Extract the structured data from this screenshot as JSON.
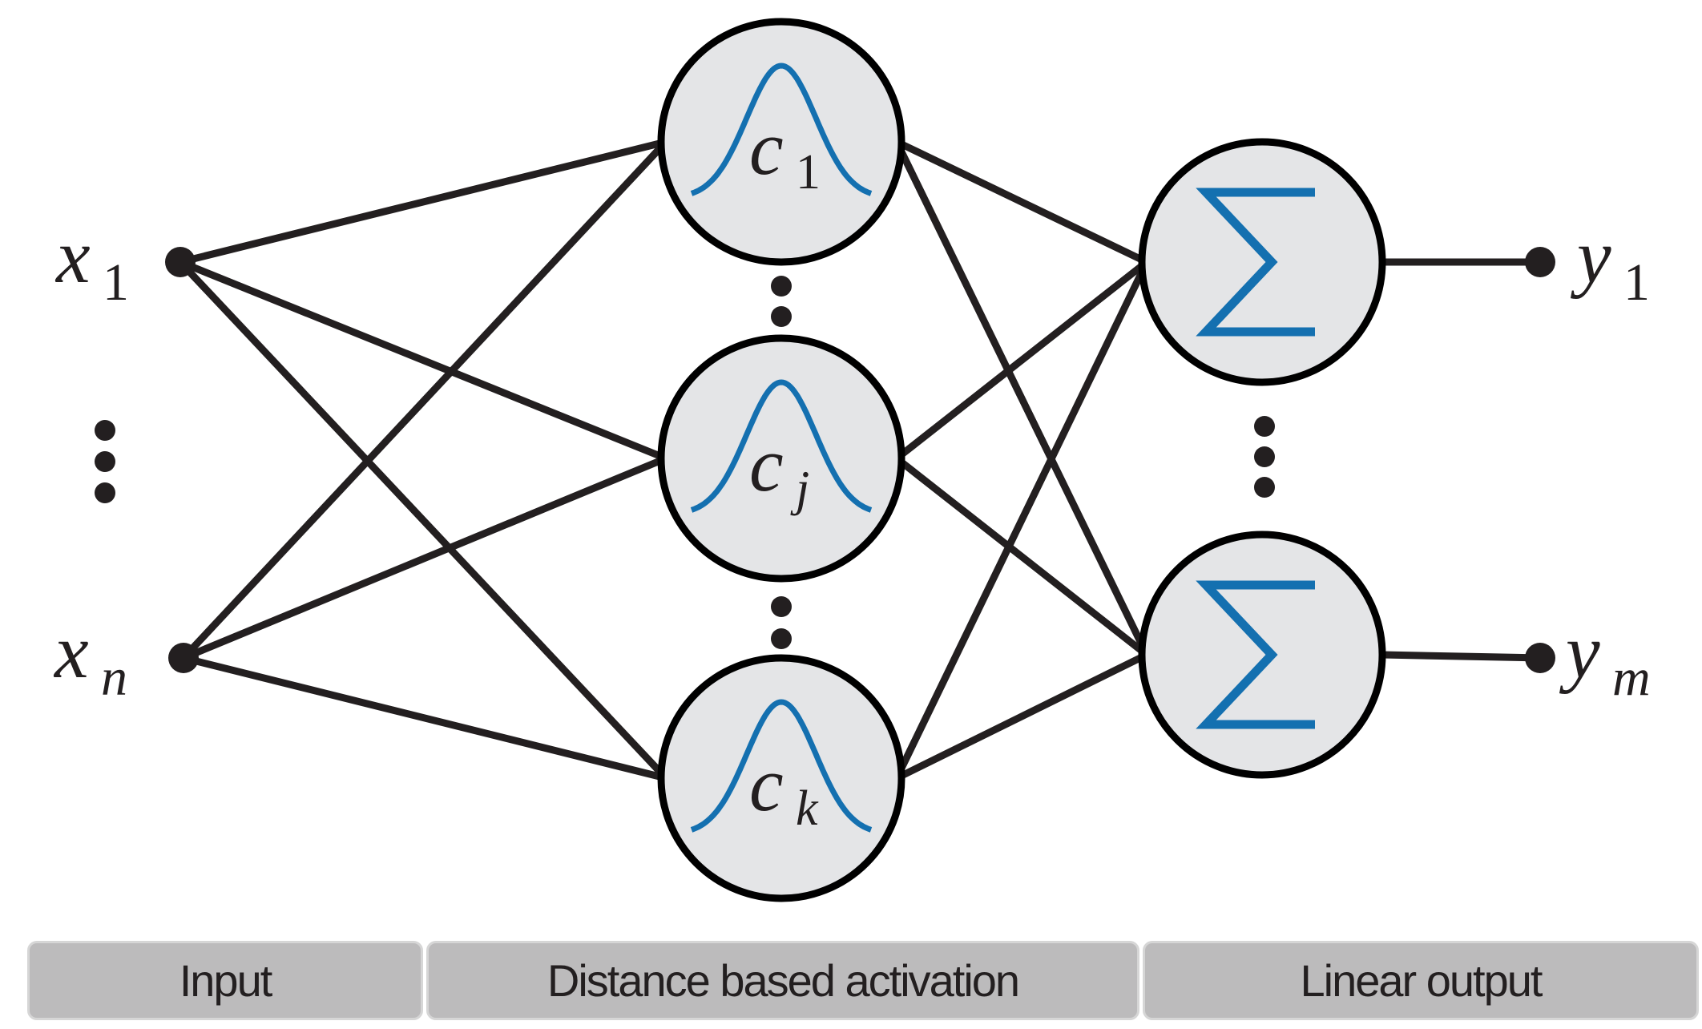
{
  "diagram": {
    "title": "Radial basis function network",
    "inputs": [
      {
        "id": "x1",
        "symbol": "x",
        "subscript": "1"
      },
      {
        "id": "xn",
        "symbol": "x",
        "subscript": "n"
      }
    ],
    "hidden": [
      {
        "id": "c1",
        "symbol": "c",
        "subscript": "1",
        "activation": "gaussian"
      },
      {
        "id": "cj",
        "symbol": "c",
        "subscript": "j",
        "activation": "gaussian"
      },
      {
        "id": "ck",
        "symbol": "c",
        "subscript": "k",
        "activation": "gaussian"
      }
    ],
    "outputs_nodes": [
      {
        "id": "s1",
        "symbol": "Σ"
      },
      {
        "id": "s2",
        "symbol": "Σ"
      }
    ],
    "outputs": [
      {
        "id": "y1",
        "symbol": "y",
        "subscript": "1"
      },
      {
        "id": "ym",
        "symbol": "y",
        "subscript": "m"
      }
    ],
    "colors": {
      "accent": "#1470b0",
      "line": "#231f20",
      "node_fill": "#e4e5e7",
      "band": "#bcbbbc"
    }
  },
  "layers": {
    "input": "Input",
    "hidden": "Distance based activation",
    "output": "Linear output"
  }
}
